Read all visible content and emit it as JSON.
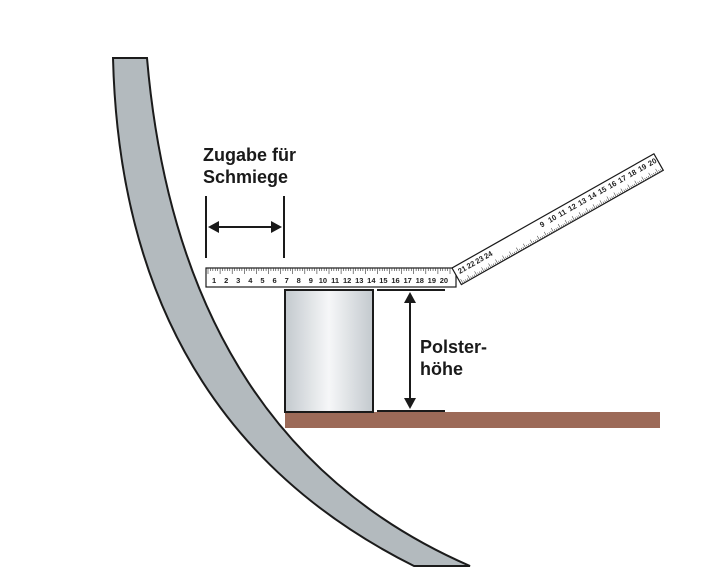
{
  "labels": {
    "zugabe_line1": "Zugabe für",
    "zugabe_line2": "Schmiege",
    "polster_line1": "Polster-",
    "polster_line2": "höhe"
  },
  "ruler_horizontal": {
    "numbers": [
      "1",
      "2",
      "3",
      "4",
      "5",
      "6",
      "7",
      "8",
      "9",
      "10",
      "11",
      "12",
      "13",
      "14",
      "15",
      "16",
      "17",
      "18",
      "19",
      "20"
    ]
  },
  "ruler_angled": {
    "near_numbers": [
      "21",
      "22",
      "23",
      "24"
    ],
    "far_numbers": [
      "9",
      "10",
      "11",
      "12",
      "13",
      "14",
      "15",
      "16",
      "17",
      "18",
      "19",
      "20"
    ]
  },
  "colors": {
    "pipe_fill": "#b3babe",
    "pipe_stroke": "#1b1b1b",
    "floor": "#9c6a58",
    "outline": "#1a1a1a",
    "block_edge": "#c3c9ce",
    "block_center": "#f6f7f8"
  }
}
